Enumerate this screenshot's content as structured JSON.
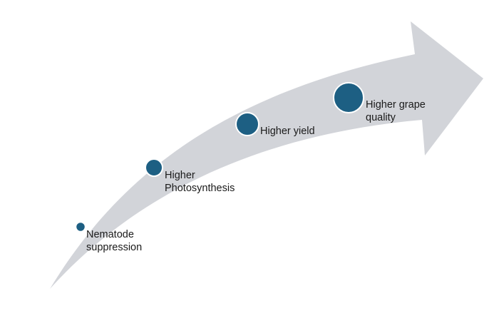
{
  "diagram": {
    "arrow_color": "#d2d4d9",
    "marker_fill": "#1d5f83",
    "marker_stroke": "#ffffff",
    "steps": [
      {
        "lines": [
          "Nematode",
          "suppression"
        ]
      },
      {
        "lines": [
          "Higher",
          "Photosynthesis"
        ]
      },
      {
        "lines": [
          "Higher yield"
        ]
      },
      {
        "lines": [
          "Higher grape",
          "quality"
        ]
      }
    ]
  }
}
